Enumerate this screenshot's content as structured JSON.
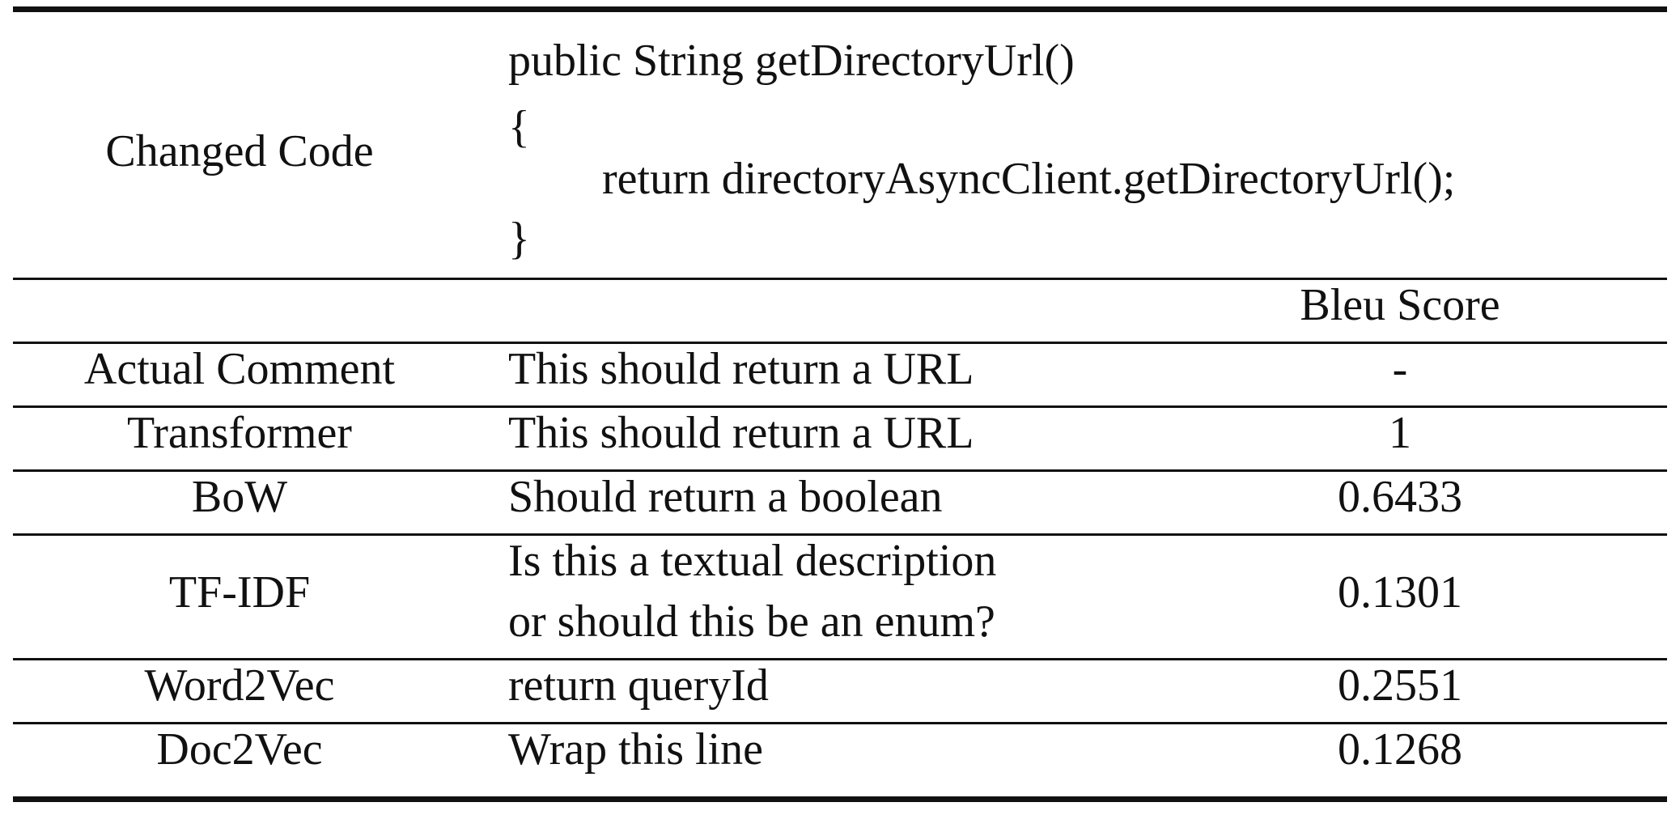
{
  "table": {
    "code_label": "Changed Code",
    "code_lines": [
      "public String getDirectoryUrl()",
      "{",
      "return directoryAsyncClient.getDirectoryUrl();",
      "}"
    ],
    "score_header": "Bleu Score",
    "rows": [
      {
        "method": "Actual Comment",
        "comment": [
          "This should return a URL"
        ],
        "score": "-"
      },
      {
        "method": "Transformer",
        "comment": [
          "This should return a URL"
        ],
        "score": "1"
      },
      {
        "method": "BoW",
        "comment": [
          "Should return a boolean"
        ],
        "score": "0.6433"
      },
      {
        "method": "TF-IDF",
        "comment": [
          "Is this a textual description",
          "or should this be an enum?"
        ],
        "score": "0.1301"
      },
      {
        "method": "Word2Vec",
        "comment": [
          "return queryId"
        ],
        "score": "0.2551"
      },
      {
        "method": "Doc2Vec",
        "comment": [
          "Wrap this line"
        ],
        "score": "0.1268"
      }
    ]
  }
}
